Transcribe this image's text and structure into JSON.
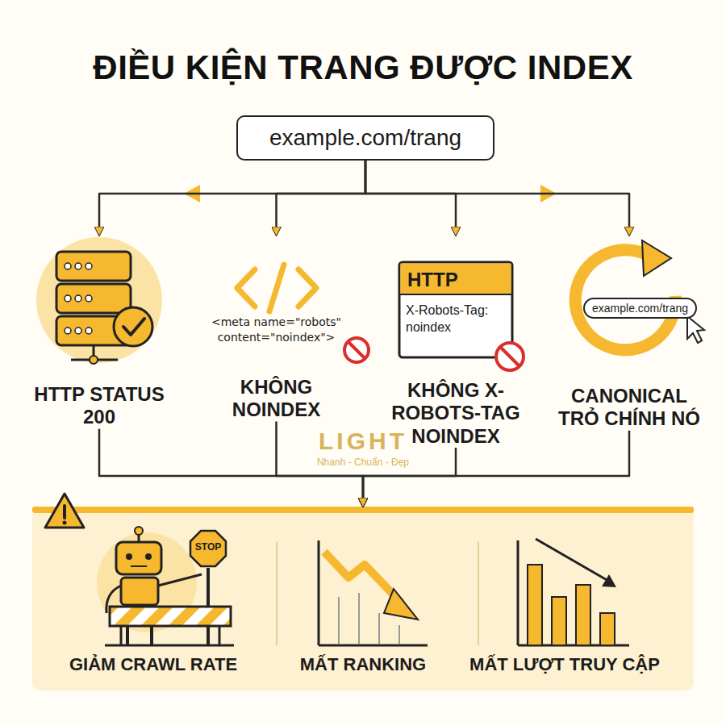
{
  "diagram": {
    "title": "ĐIỀU KIỆN TRANG ĐƯỢC INDEX",
    "nodes": [
      {
        "text": [
          "example.com/trang"
        ]
      },
      {
        "text": [
          "HTTP STATUS 200"
        ]
      },
      {
        "text": [
          "<meta name=\"robots\" content=\"noindex\">",
          "KHÔNG NOINDEX"
        ]
      },
      {
        "text": [
          "KHÔNG X-ROBOTS-TAG NOINDEX"
        ]
      },
      {
        "text": [
          "HTTP",
          "X-Robots-Tag: noindex"
        ],
        "in": 3
      },
      {
        "text": [
          "CANONICAL TRỎ CHÍNH NÓ"
        ]
      },
      {
        "text": [
          "example.com/trang"
        ],
        "in": 5
      },
      {
        "text": [
          "GIẢM CRAWL RATE",
          "MẤT RANKING",
          "MẤT LƯỢT TRUY CẬP"
        ]
      },
      {
        "text": [
          "STOP"
        ],
        "in": 7
      }
    ],
    "edges": [
      {
        "from": 0,
        "to": 1,
        "arrow": "to"
      },
      {
        "from": 0,
        "to": 2,
        "arrow": "to"
      },
      {
        "from": 0,
        "to": 3,
        "arrow": "to"
      },
      {
        "from": 0,
        "to": 5,
        "arrow": "to"
      },
      {
        "from": 1,
        "to": 7,
        "arrow": "to"
      },
      {
        "from": 2,
        "to": 7,
        "arrow": "to"
      },
      {
        "from": 3,
        "to": 7,
        "arrow": "to"
      },
      {
        "from": 5,
        "to": 7,
        "arrow": "to"
      }
    ],
    "labels": [
      "LIGHT",
      "Nhanh - Chuẩn - Đẹp"
    ]
  }
}
